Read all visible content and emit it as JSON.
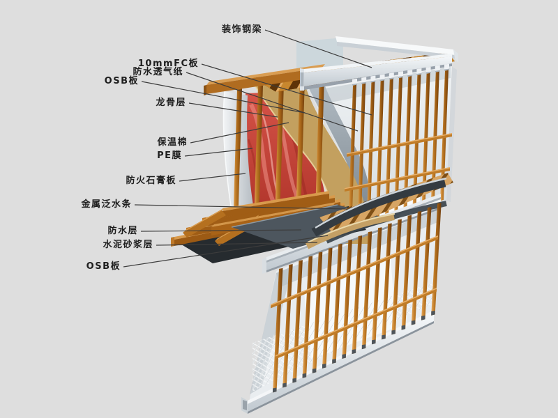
{
  "diagram": {
    "type": "wall-construction-detail",
    "labels": [
      {
        "id": "decorative-steel-beam",
        "text": "装饰钢梁"
      },
      {
        "id": "fc-board-10mm",
        "text": "10mmFC板"
      },
      {
        "id": "waterproof-breathable-membrane",
        "text": "防水透气纸"
      },
      {
        "id": "osb-board-upper",
        "text": "OSB板"
      },
      {
        "id": "stud-frame-layer",
        "text": "龙骨层"
      },
      {
        "id": "thermal-insulation-cotton",
        "text": "保温棉"
      },
      {
        "id": "pe-film",
        "text": "PE膜"
      },
      {
        "id": "fireproof-gypsum-board",
        "text": "防火石膏板"
      },
      {
        "id": "metal-flashing-strip",
        "text": "金属泛水条"
      },
      {
        "id": "waterproof-layer",
        "text": "防水层"
      },
      {
        "id": "cement-mortar-layer",
        "text": "水泥砂浆层"
      },
      {
        "id": "osb-board-lower",
        "text": "OSB板"
      }
    ],
    "colors": {
      "background": "#dedede",
      "wood": "#b5731f",
      "wood_light": "#dda158",
      "wood_dark": "#7b4410",
      "steel_white": "#eef1f4",
      "steel_shadow": "#98a1ab",
      "insulation_red": "#c64238",
      "osb_tan": "#c3a05f",
      "membrane_gray": "#8d97a0",
      "wall_white": "#e9edf0",
      "leader_line": "#3c3c3c",
      "label_text": "#1e1e1e"
    }
  }
}
